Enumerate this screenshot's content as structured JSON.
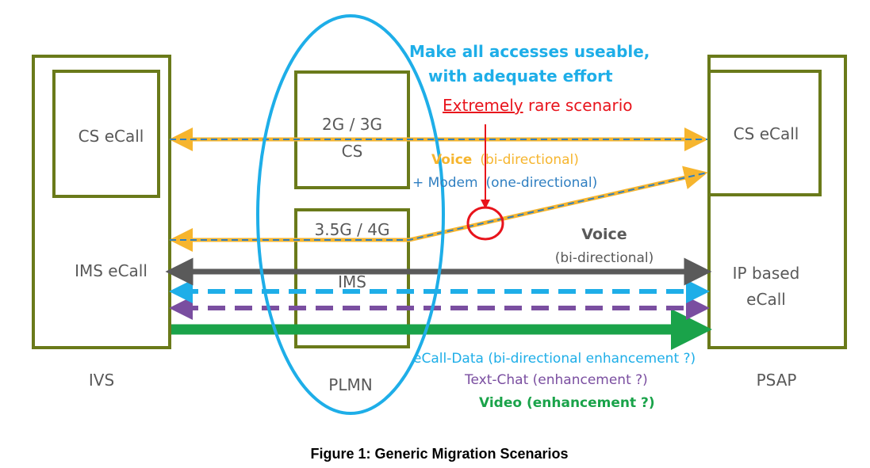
{
  "colors": {
    "box": "#6a7a1a",
    "ellipse": "#1eaee8",
    "cs_arrow": "#f6b52e",
    "modem_dash": "#2f7fc1",
    "ims_arrow": "#5a5a5a",
    "data_arrow": "#1eaee8",
    "text_arrow": "#7a4ea0",
    "video_arrow": "#1aa34a",
    "rare": "#e8141c",
    "label_gray": "#595959"
  },
  "ivs": {
    "cs_label": "CS eCall",
    "ims_label": "IMS eCall",
    "label": "IVS"
  },
  "plmn": {
    "cs_label_line1": "2G / 3G",
    "cs_label_line2": "CS",
    "ims_label_line1": "3.5G / 4G",
    "ims_label_line2": "IMS",
    "label": "PLMN"
  },
  "psap": {
    "cs_label": "CS eCall",
    "ip_label_line1": "IP based",
    "ip_label_line2": "eCall",
    "label": "PSAP"
  },
  "callouts": {
    "accesses_line1": "Make all accesses useable,",
    "accesses_line2": "with adequate effort",
    "rare_emph": "Extremely",
    "rare_rest": " rare scenario",
    "cs_voice": "Voice",
    "cs_voice_dir": "(bi-directional)",
    "modem": "+ Modem",
    "modem_dir": "(one-directional)",
    "ims_voice": "Voice",
    "ims_voice_dir": "(bi-directional)",
    "ecall_data": "eCall-Data (bi-directional enhancement ?)",
    "text_chat": "Text-Chat (enhancement ?)",
    "video": "Video (enhancement ?)"
  },
  "caption": "Figure 1: Generic Migration Scenarios"
}
